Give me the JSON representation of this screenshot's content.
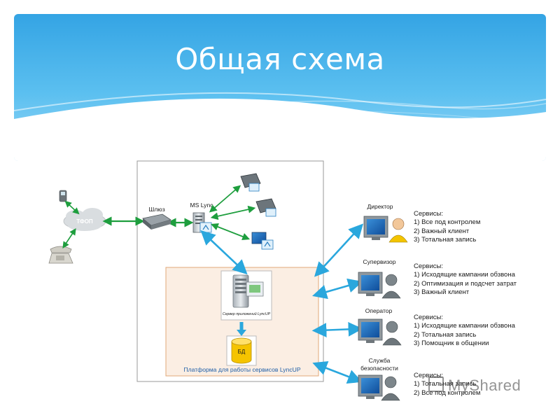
{
  "slide": {
    "title": "Общая схема"
  },
  "diagram": {
    "pstn_label": "ТФОП",
    "gateway_label": "Шлюз",
    "lync_label": "MS Lync",
    "app_server_label": "Сервер приложений LyncUP",
    "db_label": "БД",
    "platform_label": "Платформа для работы сервисов LyncUP"
  },
  "roles": [
    {
      "name": "Директор",
      "services_heading": "Сервисы:",
      "services": [
        "1) Все под контролем",
        "2) Важный клиент",
        "3) Тотальная запись"
      ]
    },
    {
      "name": "Супервизор",
      "services_heading": "Сервисы:",
      "services": [
        "1) Исходящие кампании обзвона",
        "2) Оптимизация и подсчет затрат",
        "3) Важный клиент"
      ]
    },
    {
      "name": "Оператор",
      "services_heading": "Сервисы:",
      "services": [
        "1) Исходящие кампании обзвона",
        "2) Тотальная запись",
        "3) Помощник в общении"
      ]
    },
    {
      "name": "Служба безопасности",
      "name_line1": "Служба",
      "name_line2": "безопасности",
      "services_heading": "Сервисы:",
      "services": [
        "1) Тотальная запись",
        "2) Все под контролем"
      ]
    }
  ],
  "watermark": {
    "text": "MyShared"
  },
  "colors": {
    "banner": "#34a4e4",
    "blue_arrow": "#2aa7dd",
    "green_arrow": "#1e9e3e",
    "platform_fill": "#fbeee3",
    "platform_border": "#e1a878",
    "frame_border": "#9a9a9a",
    "db_yellow": "#f5c400"
  }
}
